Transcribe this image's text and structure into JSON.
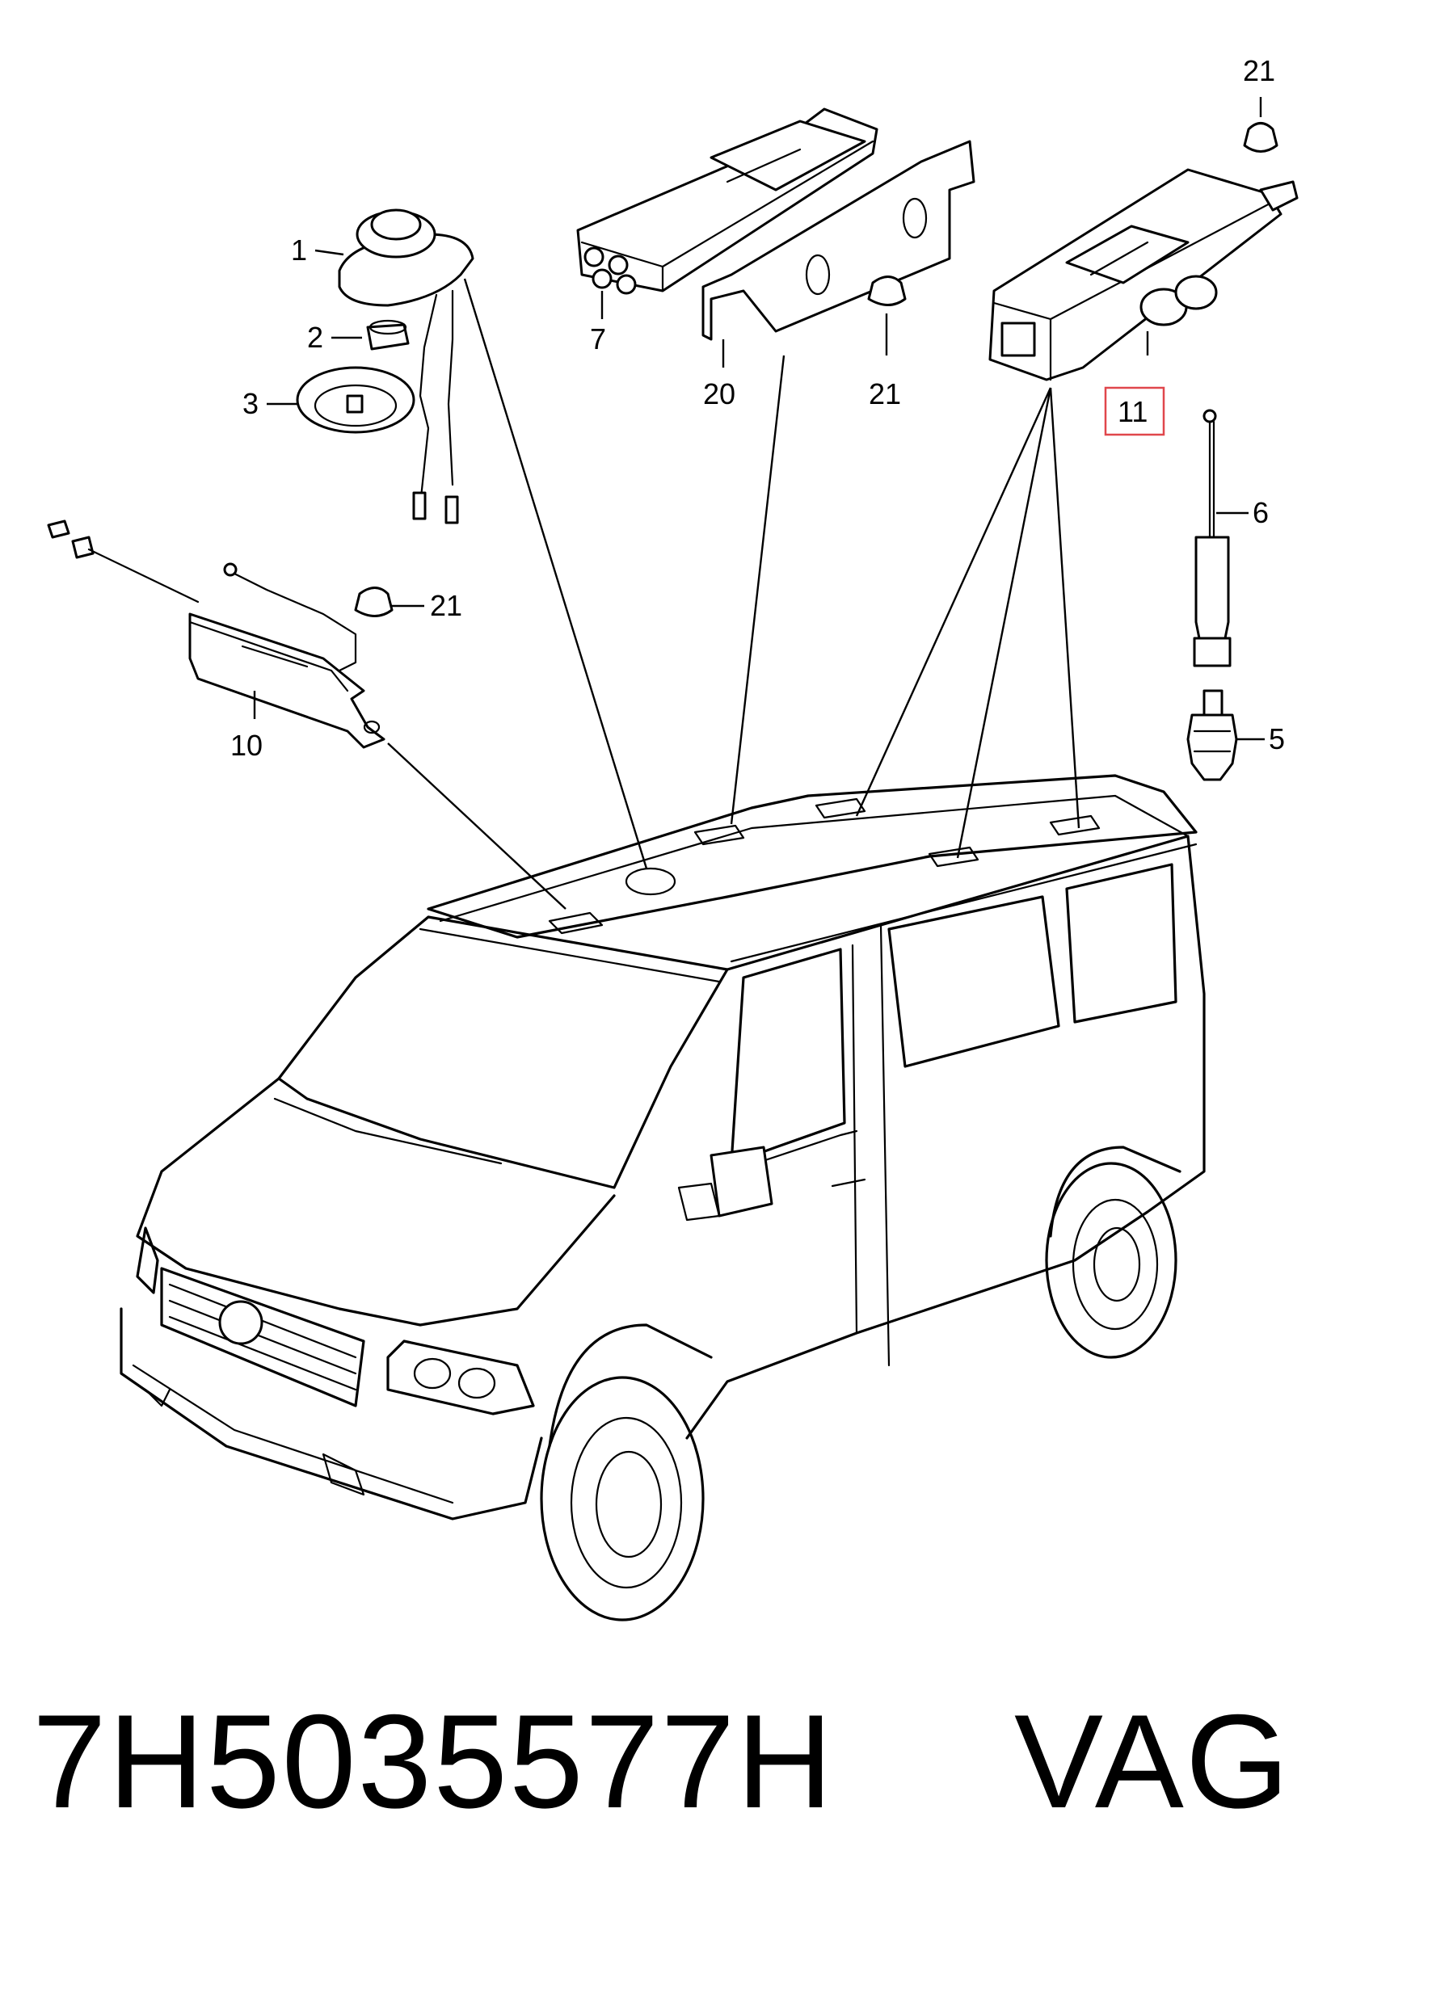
{
  "callouts": [
    {
      "id": "c1",
      "text": "1"
    },
    {
      "id": "c2",
      "text": "2"
    },
    {
      "id": "c3",
      "text": "3"
    },
    {
      "id": "c5",
      "text": "5"
    },
    {
      "id": "c6",
      "text": "6"
    },
    {
      "id": "c7",
      "text": "7"
    },
    {
      "id": "c10",
      "text": "10"
    },
    {
      "id": "c11",
      "text": "11"
    },
    {
      "id": "c20",
      "text": "20"
    },
    {
      "id": "c21a",
      "text": "21"
    },
    {
      "id": "c21b",
      "text": "21"
    },
    {
      "id": "c21c",
      "text": "21"
    }
  ],
  "highlighted_callout": "11",
  "highlight_color": "#e0474c",
  "footer": {
    "part_number": "7H5035577H",
    "brand": "VAG"
  }
}
